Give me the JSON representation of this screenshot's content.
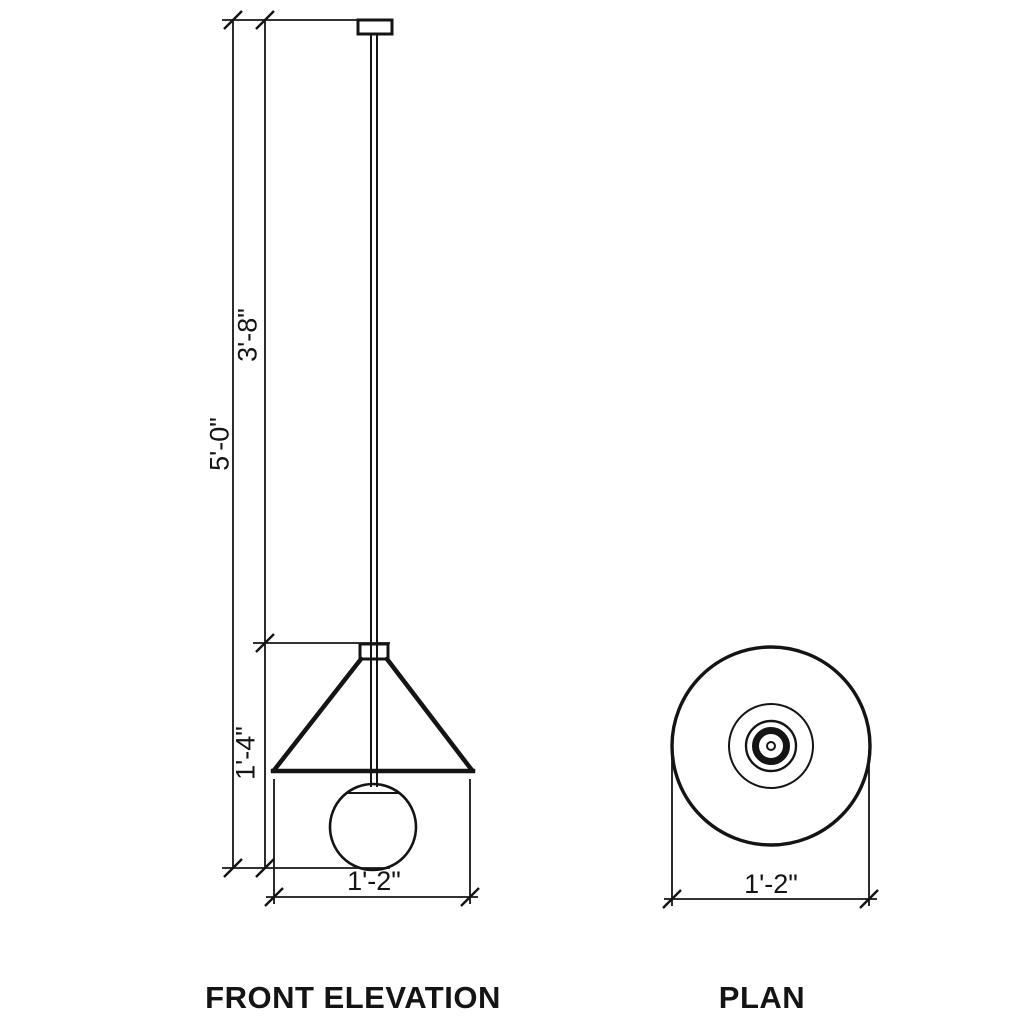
{
  "drawing": {
    "views": {
      "front": {
        "title": "FRONT ELEVATION",
        "dims": {
          "overall_height": "5'-0\"",
          "stem_height": "3'-8\"",
          "fixture_height": "1'-4\"",
          "width": "1'-2\""
        }
      },
      "plan": {
        "title": "PLAN",
        "dims": {
          "diameter": "1'-2\""
        }
      }
    },
    "colors": {
      "line": "#141414",
      "background": "#ffffff"
    }
  }
}
